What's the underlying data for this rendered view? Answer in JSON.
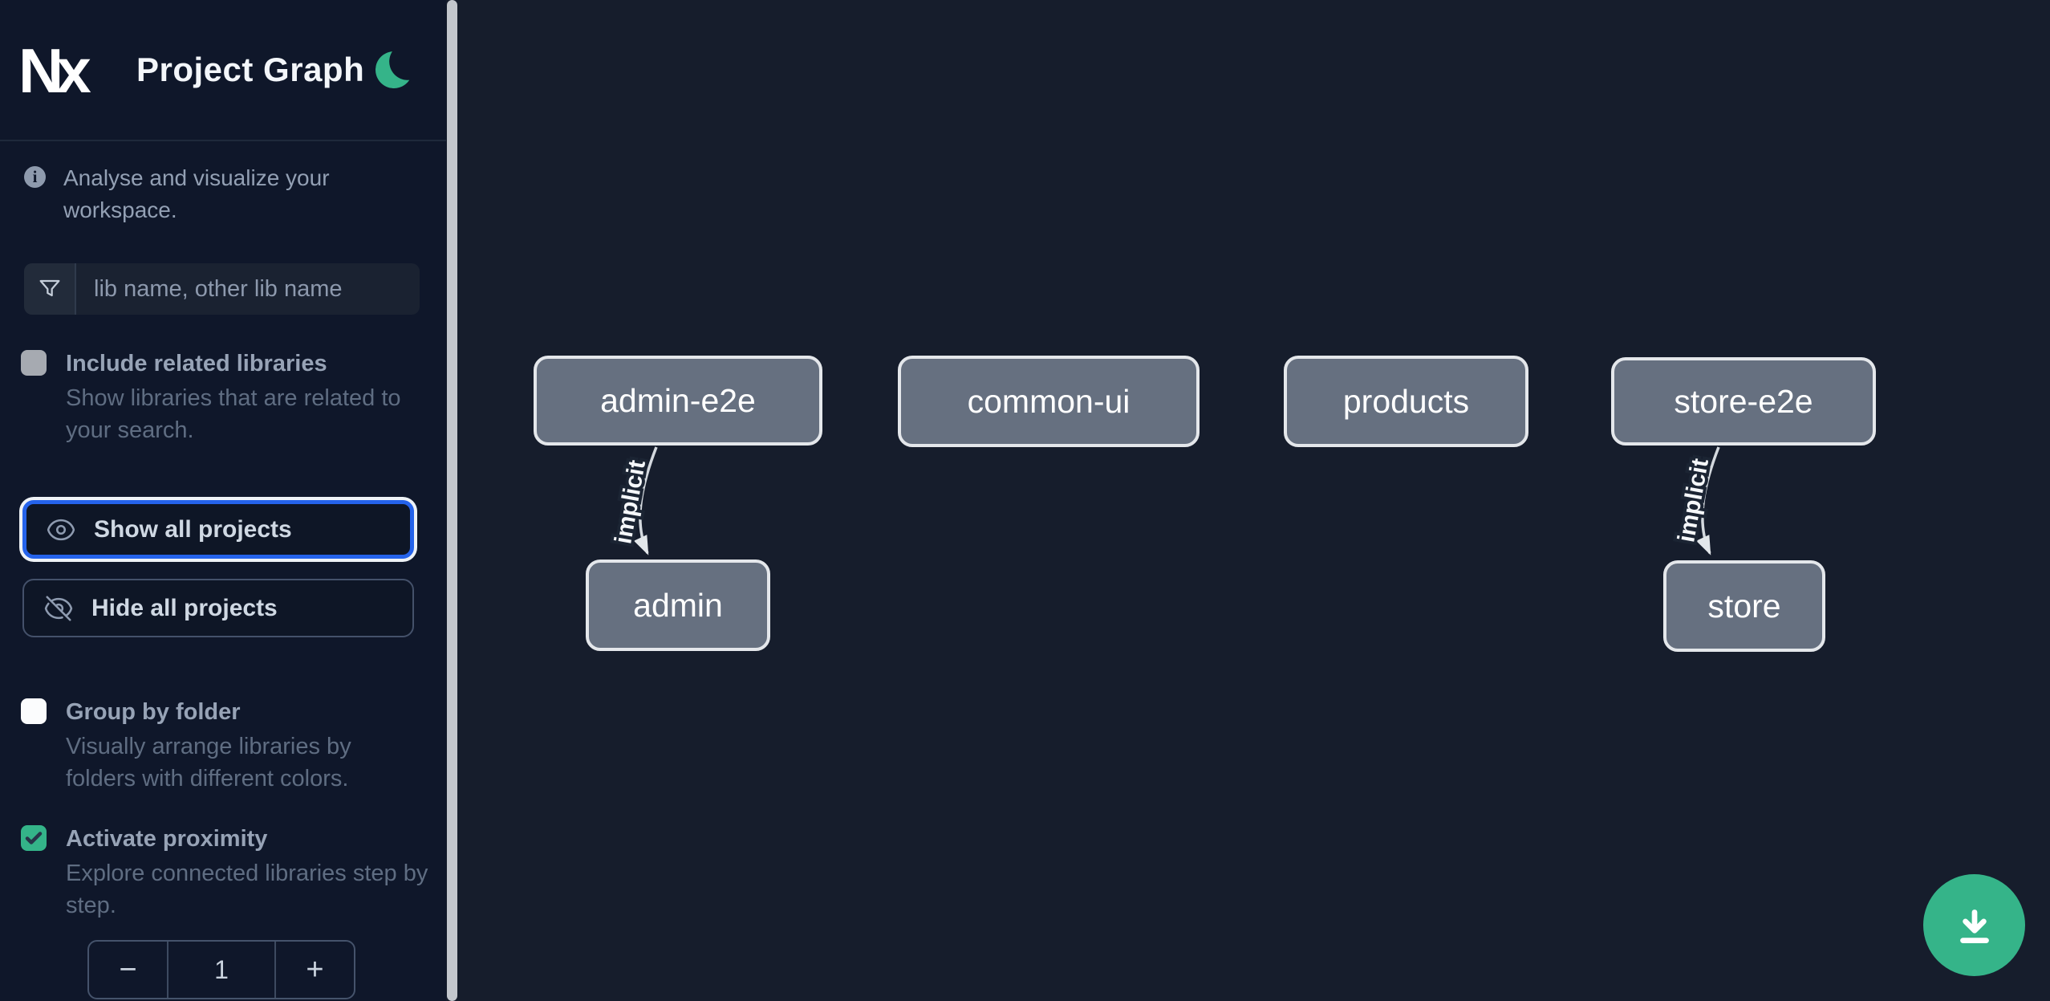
{
  "header": {
    "logo_text": "Nx",
    "title": "Project Graph"
  },
  "sidebar": {
    "tagline": "Analyse and visualize your workspace.",
    "search_placeholder": "lib name, other lib name",
    "options": [
      {
        "label": "Include related libraries",
        "description": "Show libraries that are related to your search.",
        "checked": false
      },
      {
        "label": "Group by folder",
        "description": "Visually arrange libraries by folders with different colors.",
        "checked": false
      },
      {
        "label": "Activate proximity",
        "description": "Explore connected libraries step by step.",
        "checked": true
      }
    ],
    "actions": {
      "show_all": "Show all projects",
      "hide_all": "Hide all projects"
    },
    "proximity_stepper": {
      "decrement": "−",
      "value": "1",
      "increment": "+"
    }
  },
  "graph": {
    "nodes": [
      {
        "label": "admin-e2e"
      },
      {
        "label": "common-ui"
      },
      {
        "label": "products"
      },
      {
        "label": "store-e2e"
      },
      {
        "label": "admin"
      },
      {
        "label": "store"
      }
    ],
    "edges": [
      {
        "from": "admin-e2e",
        "to": "admin",
        "label": "implicit"
      },
      {
        "from": "store-e2e",
        "to": "store",
        "label": "implicit"
      }
    ]
  },
  "colors": {
    "accent_green": "#35b489",
    "focus_blue": "#2563eb",
    "sidebar_bg": "#0f172a",
    "canvas_bg": "#161d2c",
    "node_fill": "#667080",
    "node_border": "#e4e7eb"
  }
}
